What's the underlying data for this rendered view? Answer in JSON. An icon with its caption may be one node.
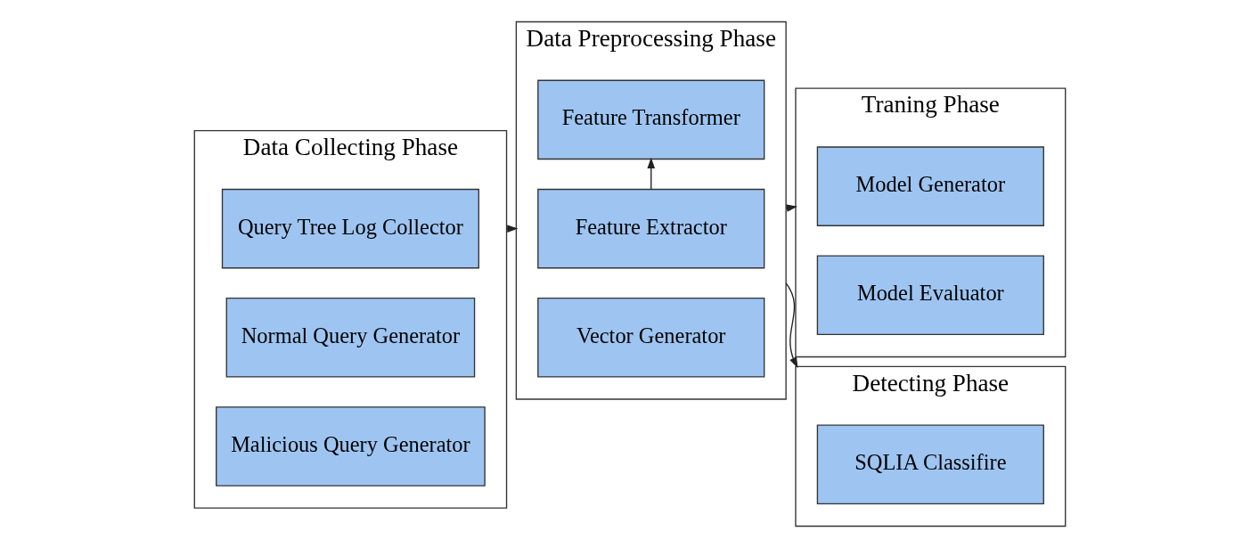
{
  "diagram": {
    "nodes": [
      {
        "text": [
          "Data Collecting Phase"
        ]
      },
      {
        "text": [
          "Query Tree Log Collector"
        ],
        "in": 0
      },
      {
        "text": [
          "Normal Query Generator"
        ],
        "in": 0
      },
      {
        "text": [
          "Malicious Query Generator"
        ],
        "in": 0
      },
      {
        "text": [
          "Data Preprocessing Phase"
        ]
      },
      {
        "text": [
          "Feature Extractor"
        ],
        "in": 4
      },
      {
        "text": [
          "Feature Transformer"
        ],
        "in": 4
      },
      {
        "text": [
          "Vector Generator"
        ],
        "in": 4
      },
      {
        "text": [
          "Traning Phase"
        ]
      },
      {
        "text": [
          "Model Generator"
        ],
        "in": 8
      },
      {
        "text": [
          "Model Evaluator"
        ],
        "in": 8
      },
      {
        "text": [
          "Detecting Phase"
        ]
      },
      {
        "text": [
          "SQLIA Classifire"
        ],
        "in": 11
      }
    ],
    "edges": [
      {
        "from": 0,
        "to": 4,
        "arrow": "to"
      },
      {
        "from": 5,
        "to": 6,
        "arrow": "to"
      },
      {
        "from": 4,
        "to": 8,
        "arrow": "to"
      },
      {
        "from": 4,
        "to": 11,
        "arrow": "to"
      }
    ]
  }
}
